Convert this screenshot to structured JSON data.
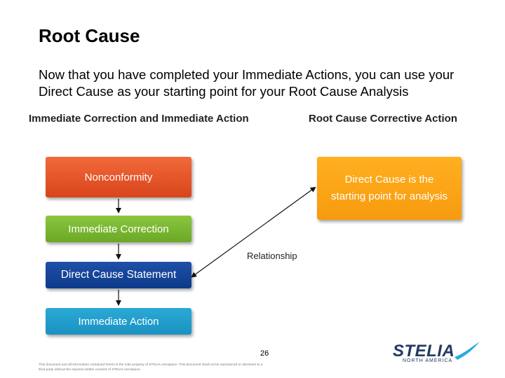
{
  "title": "Root Cause",
  "intro": "Now that you have completed your Immediate Actions, you can use your Direct Cause as your starting point for your Root Cause Analysis",
  "columns": {
    "left": "Immediate Correction and Immediate Action",
    "right": "Root Cause Corrective Action"
  },
  "flow": {
    "nonconformity": "Nonconformity",
    "immediate_correction": "Immediate Correction",
    "direct_cause": "Direct Cause Statement",
    "immediate_action": "Immediate Action"
  },
  "root_box": "Direct Cause is the starting point for analysis",
  "relationship_label": "Relationship",
  "page_number": "26",
  "footer": "This document and all information contained herein is the sole property of STELIA Aerospace. This document shall not be reproduced or disclosed to a third party without the express written consent of STELIA Aerospace.",
  "logo": {
    "name": "STELIA",
    "sub": "NORTH AMERICA"
  },
  "colors": {
    "nonconformity": "#e8542a",
    "immediate_correction": "#7ab833",
    "direct_cause": "#16449a",
    "immediate_action": "#22a0cf",
    "root_box": "#f9a316"
  }
}
